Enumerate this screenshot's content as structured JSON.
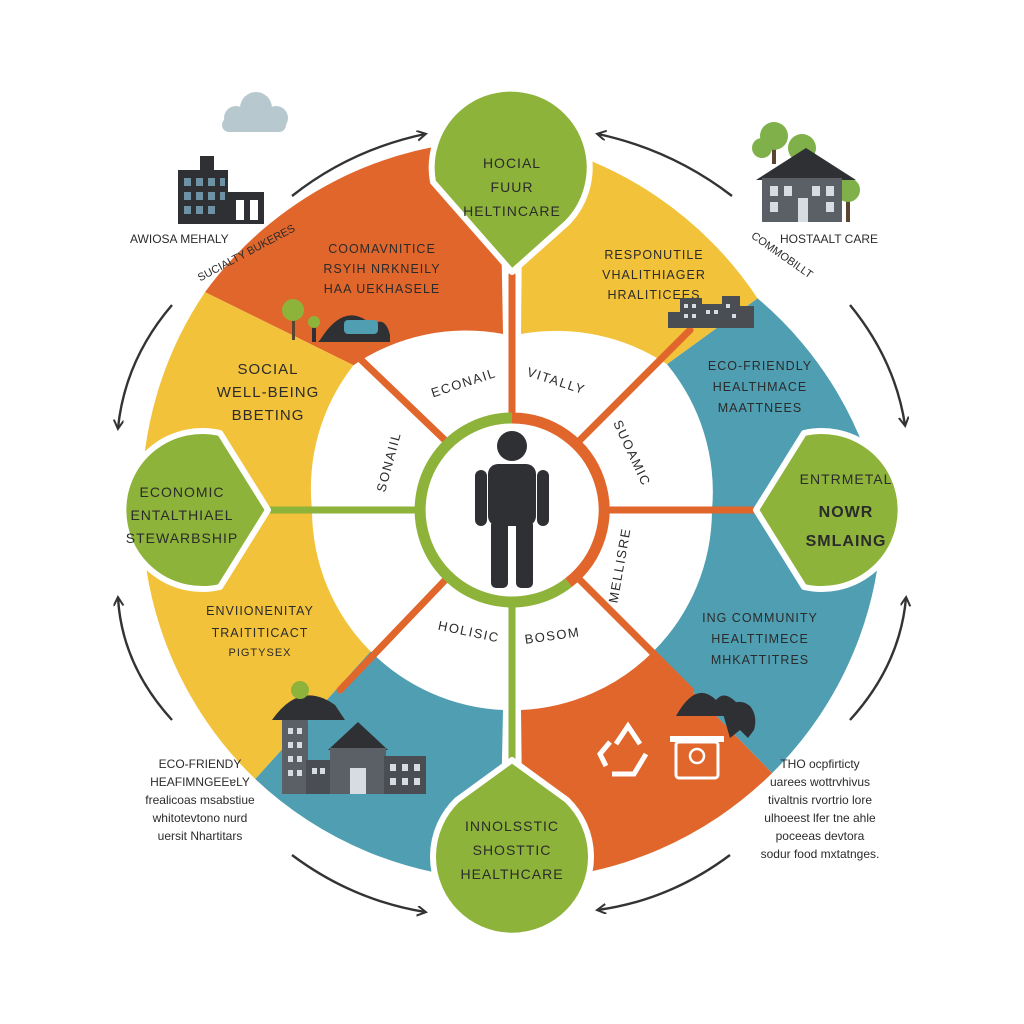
{
  "colors": {
    "orange": "#e0662c",
    "yellow": "#f2c23a",
    "teal": "#4f9eb2",
    "green": "#8db33a",
    "dark": "#2f3033",
    "arrow": "#333333"
  },
  "center_icon": "person-icon",
  "nodes": {
    "top": [
      "HOCIAL",
      "FUUR",
      "HELTINCARE"
    ],
    "left": [
      "ECONOMIC",
      "ENTALTHIAEL",
      "STEWARBSHIP"
    ],
    "right": [
      "ENTRMETAL",
      "NOWR",
      "SMLAING"
    ],
    "bottom": [
      "INNOLSSTIC",
      "SHOSTTIC",
      "HEALTHCARE"
    ]
  },
  "segments": {
    "top_left": [
      "COOMAVNITICE",
      "RSYIH NRKNEILY",
      "HAA UEKHASELE"
    ],
    "top_right": [
      "RESPONUTILE",
      "VHALITHIAGER",
      "HRALITICEES"
    ],
    "left_upper": [
      "SOCIAL",
      "WELL-BEING",
      "BBETING"
    ],
    "left_lower": [
      "ENVIIONENITAY",
      "TRAITITICACT",
      "PIGTYSEX"
    ],
    "right_upper": [
      "ECO-FRIENDLY",
      "HEALTHMACE",
      "MAATTNEES"
    ],
    "right_lower": [
      "ING COMMUNITY",
      "HEALTTIMECE",
      "MHKATTITRES"
    ]
  },
  "spokes": {
    "econail": "ECONAIL",
    "vitally": "VITALLY",
    "sonaiil": "SONAIIL",
    "suoamic": "SUOAMIC",
    "holisic": "HOLISIC",
    "bosom": "BOSOM",
    "mellisre": "MELLISRE"
  },
  "corners": {
    "top_left_title": "AWIOSA MEHALY",
    "top_left_curve": "SUCIALTY BUKERES",
    "top_right_title": "HOSTAALT CARE",
    "top_right_curve": "COMMOBILLT",
    "bottom_left": [
      "ECO-FRIENDY",
      "HEAFIMNGEEɐLY",
      "frealicoas msabstiue",
      "whitotevtono nurd",
      "uersit Nhartitars"
    ],
    "bottom_right": [
      "THO ocpfirticty",
      "uarees wottrvhivus",
      "tivaltnis rvortrio lore",
      "ulhoeest lfer tne ahle",
      "poceeas devtora",
      "sodur food mxtatnges."
    ]
  }
}
